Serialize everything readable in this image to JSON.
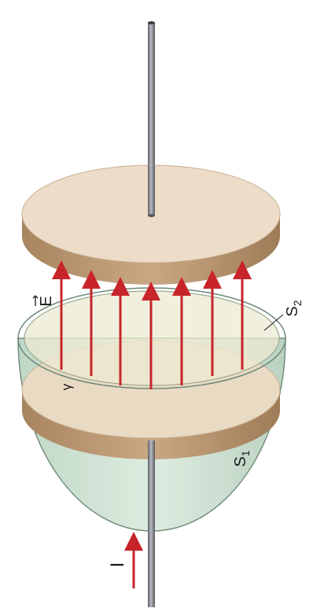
{
  "labels": {
    "current": "I",
    "field": "E",
    "surface_flat": "S",
    "surface_flat_sub": "2",
    "surface_bowl": "S",
    "surface_bowl_sub": "1",
    "loop": "γ"
  },
  "colors": {
    "wire": "#7d7f86",
    "plate_face": "#ecdcc8",
    "plate_edge": "#b69471",
    "field_arrow": "#c8242b",
    "bowl_fill": "#cfe3d4",
    "bowl_stroke": "#6f8a78",
    "disc_fill": "#ece9d2"
  },
  "field_lines": {
    "count": 7
  }
}
